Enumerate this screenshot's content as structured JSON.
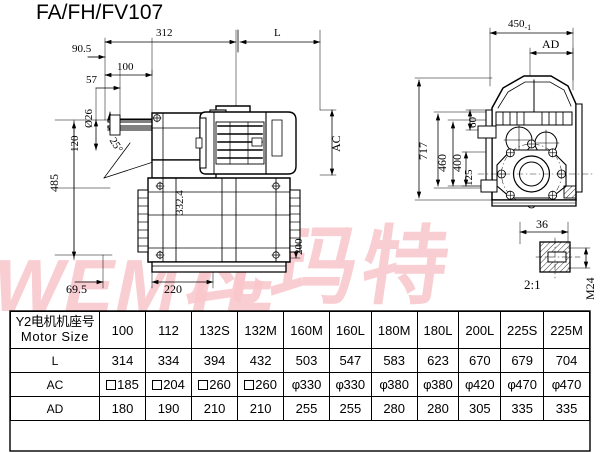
{
  "title": "FA/FH/FV107",
  "watermark": {
    "latin": "WEMTE",
    "cjk": "瓦玛特"
  },
  "left_view": {
    "dimensions": {
      "d312": "312",
      "dL": "L",
      "d90_5": "90.5",
      "d100": "100",
      "d57": "57",
      "d_phi26": "Ø26",
      "d120": "120",
      "d485": "485",
      "d25deg": "25°",
      "d332_4": "332.4",
      "d200": "200",
      "d69_5": "69.5",
      "d220": "220",
      "dAC": "AC"
    }
  },
  "right_view": {
    "dimensions": {
      "d450": "450",
      "d450_tol": "-1",
      "dAD": "AD",
      "d717": "717",
      "d460": "460",
      "d400": "400",
      "d60": "60",
      "d125": "125",
      "d36": "36",
      "scale": "2:1",
      "thread": "M24"
    }
  },
  "table": {
    "header_label_cn": "Y2电机机座号",
    "header_label_en": "Motor Size",
    "motor_sizes": [
      "100",
      "112",
      "132S",
      "132M",
      "160M",
      "160L",
      "180M",
      "180L",
      "200L",
      "225S",
      "225M"
    ],
    "rows": [
      {
        "label": "L",
        "values": [
          "314",
          "334",
          "394",
          "432",
          "503",
          "547",
          "583",
          "623",
          "670",
          "679",
          "704"
        ],
        "prefixes": [
          "",
          "",
          "",
          "",
          "",
          "",
          "",
          "",
          "",
          "",
          ""
        ]
      },
      {
        "label": "AC",
        "values": [
          "185",
          "204",
          "260",
          "260",
          "330",
          "330",
          "380",
          "380",
          "420",
          "470",
          "470"
        ],
        "prefixes": [
          "square",
          "square",
          "square",
          "square",
          "phi",
          "phi",
          "phi",
          "phi",
          "phi",
          "phi",
          "phi"
        ]
      },
      {
        "label": "AD",
        "values": [
          "180",
          "190",
          "210",
          "210",
          "255",
          "255",
          "280",
          "280",
          "305",
          "335",
          "335"
        ],
        "prefixes": [
          "",
          "",
          "",
          "",
          "",
          "",
          "",
          "",
          "",
          "",
          ""
        ]
      }
    ]
  },
  "colors": {
    "line": "#000000",
    "watermark": "#f9c6cb",
    "background": "#ffffff"
  }
}
